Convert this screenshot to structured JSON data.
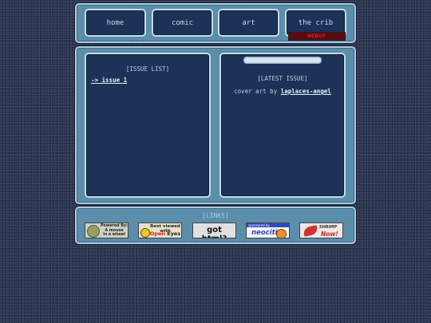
{
  "nav": {
    "items": [
      {
        "label": "home"
      },
      {
        "label": "comic"
      },
      {
        "label": "art"
      },
      {
        "label": "the crib"
      }
    ],
    "badge": "WEBUP"
  },
  "issues": {
    "heading": "[ISSUE LIST]",
    "items": [
      {
        "label": "-> issue 1"
      }
    ]
  },
  "latest": {
    "heading": "[LATEST ISSUE]",
    "cover_prefix": "cover art by ",
    "cover_artist": "laplaces-angel",
    "progress": 0
  },
  "links": {
    "heading": "[LINKS]",
    "banners": {
      "mouse": {
        "line1": "Powered By:",
        "line2": "A mouse",
        "line3": "in a wheel"
      },
      "eyes": {
        "line1": "Best viewed with",
        "open": "Open",
        "eyes": "Eyes"
      },
      "html": {
        "text": "got html?"
      },
      "neo": {
        "top": "sponsored by",
        "brand": "neocities"
      },
      "shrimp": {
        "line1": "SHRIMP",
        "line2": "Now!"
      }
    }
  },
  "colors": {
    "frame": "#5a8eaa",
    "panel": "#1c3257",
    "panel_border": "#c2dcea",
    "text": "#b8d0e4",
    "badge_text": "#ff3b3b"
  }
}
